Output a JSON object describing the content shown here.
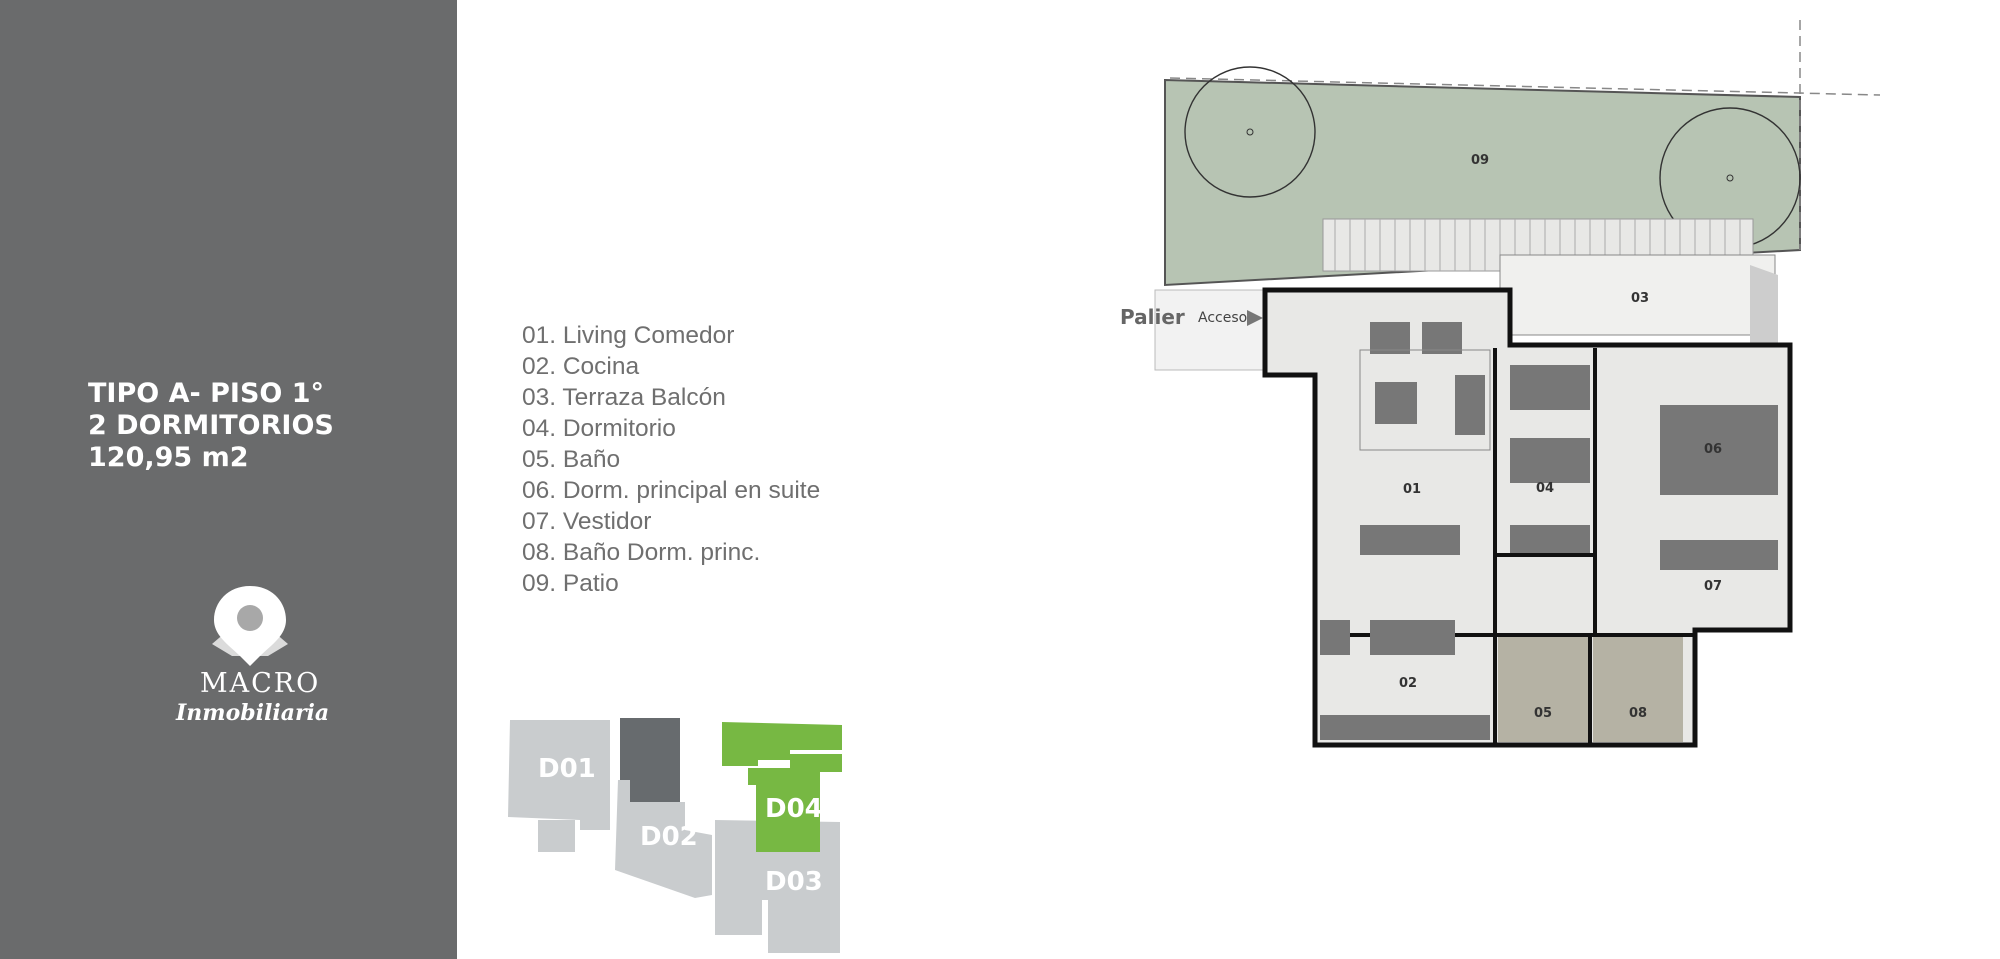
{
  "sidebar": {
    "title_line1": "TIPO A- PISO 1°",
    "title_line2": "2 DORMITORIOS",
    "title_line3": "120,95 m2",
    "logo_word1": "MACRO",
    "logo_word2": "Inmobiliaria"
  },
  "legend": {
    "items": [
      "01. Living Comedor",
      "02. Cocina",
      "03. Terraza Balcón",
      "04. Dormitorio",
      "05. Baño",
      "06. Dorm. principal en suite",
      "07. Vestidor",
      "08. Baño Dorm. princ.",
      "09. Patio"
    ]
  },
  "keyplan": {
    "units": [
      "D01",
      "D02",
      "D03",
      "D04"
    ],
    "highlight_color": "#77b843"
  },
  "plan": {
    "palier_label": "Palier",
    "acceso_label": "Acceso",
    "rooms": [
      "01",
      "02",
      "03",
      "04",
      "05",
      "06",
      "07",
      "08",
      "09"
    ],
    "patio_color": "#b7c4b3"
  }
}
